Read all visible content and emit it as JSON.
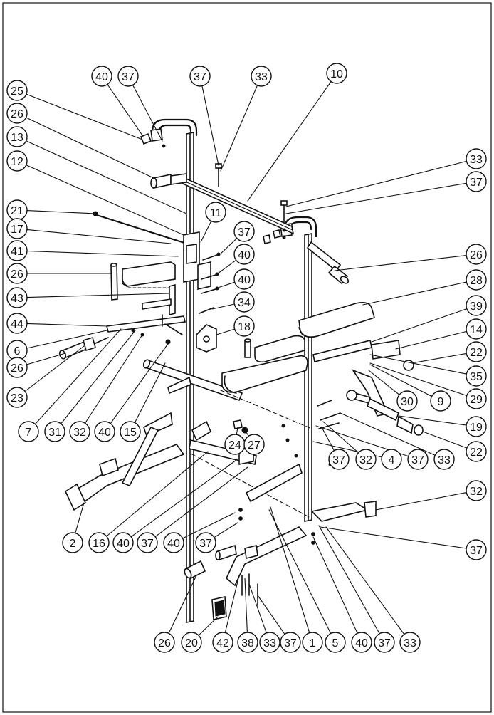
{
  "callouts": [
    {
      "label": "40"
    },
    {
      "label": "37"
    },
    {
      "label": "37"
    },
    {
      "label": "33"
    },
    {
      "label": "10"
    },
    {
      "label": "25"
    },
    {
      "label": "26"
    },
    {
      "label": "13"
    },
    {
      "label": "12"
    },
    {
      "label": "21"
    },
    {
      "label": "17"
    },
    {
      "label": "41"
    },
    {
      "label": "26"
    },
    {
      "label": "43"
    },
    {
      "label": "44"
    },
    {
      "label": "6"
    },
    {
      "label": "26"
    },
    {
      "label": "23"
    },
    {
      "label": "7"
    },
    {
      "label": "31"
    },
    {
      "label": "32"
    },
    {
      "label": "40"
    },
    {
      "label": "15"
    },
    {
      "label": "11"
    },
    {
      "label": "37"
    },
    {
      "label": "40"
    },
    {
      "label": "40"
    },
    {
      "label": "34"
    },
    {
      "label": "18"
    },
    {
      "label": "33"
    },
    {
      "label": "37"
    },
    {
      "label": "26"
    },
    {
      "label": "28"
    },
    {
      "label": "39"
    },
    {
      "label": "14"
    },
    {
      "label": "22"
    },
    {
      "label": "35"
    },
    {
      "label": "9"
    },
    {
      "label": "30"
    },
    {
      "label": "29"
    },
    {
      "label": "19"
    },
    {
      "label": "22"
    },
    {
      "label": "24"
    },
    {
      "label": "27"
    },
    {
      "label": "37"
    },
    {
      "label": "32"
    },
    {
      "label": "4"
    },
    {
      "label": "37"
    },
    {
      "label": "33"
    },
    {
      "label": "32"
    },
    {
      "label": "37"
    },
    {
      "label": "2"
    },
    {
      "label": "16"
    },
    {
      "label": "40"
    },
    {
      "label": "37"
    },
    {
      "label": "40"
    },
    {
      "label": "37"
    },
    {
      "label": "26"
    },
    {
      "label": "20"
    },
    {
      "label": "42"
    },
    {
      "label": "38"
    },
    {
      "label": "33"
    },
    {
      "label": "37"
    },
    {
      "label": "1"
    },
    {
      "label": "5"
    },
    {
      "label": "40"
    },
    {
      "label": "37"
    },
    {
      "label": "33"
    }
  ]
}
